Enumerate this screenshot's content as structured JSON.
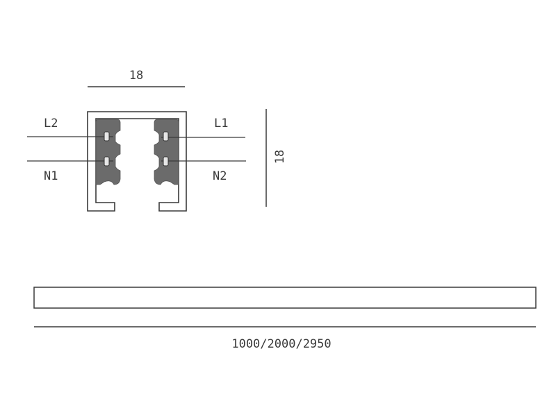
{
  "cross_section": {
    "width_label": "18",
    "height_label": "18",
    "conductors": {
      "left_top": "L2",
      "left_bottom": "N1",
      "right_top": "L1",
      "right_bottom": "N2"
    }
  },
  "track": {
    "length_label": "1000/2000/2950"
  },
  "colors": {
    "line": "#3a3a3a",
    "insulator": "#6b6b6b",
    "contact": "#e6e6e6"
  }
}
